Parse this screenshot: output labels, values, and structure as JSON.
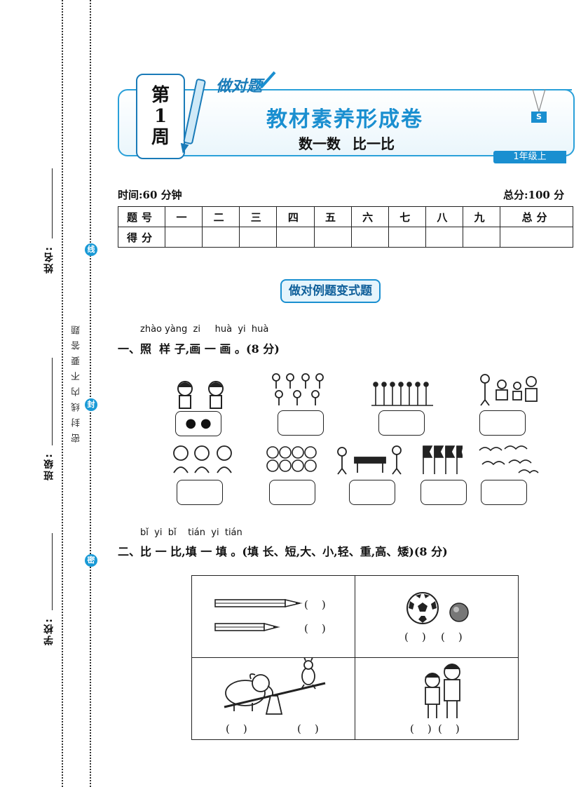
{
  "margin": {
    "name_label": "姓名:",
    "class_label": "班级:",
    "school_label": "学校:",
    "warning_chars": "密封线内不要答题",
    "seals": [
      "线",
      "封",
      "密"
    ]
  },
  "header": {
    "week_chars": [
      "第",
      "1",
      "周"
    ],
    "brand": "做对题",
    "title": "教材素养形成卷",
    "subtitle": "数一数  比一比",
    "s_badge": "S",
    "grade": "1年级上"
  },
  "exam": {
    "time": "时间:60 分钟",
    "total": "总分:100 分",
    "row1_head": "题号",
    "columns": [
      "一",
      "二",
      "三",
      "四",
      "五",
      "六",
      "七",
      "八",
      "九",
      "总分"
    ],
    "row2_head": "得分"
  },
  "section_badge": "做对例题变式题",
  "q1": {
    "pinyin": "zhào yàng  zi     huà  yi  huà",
    "text": "一、照  样 子,画 一 画 。(8 分)",
    "example_dots": "● ●"
  },
  "q2": {
    "pinyin": "bǐ  yi  bǐ    tián  yi  tián",
    "text": "二、比 一 比,填 一 填 。(填 长、短,大、小,轻、重,高、矮)(8 分)",
    "blank": "(    )"
  }
}
